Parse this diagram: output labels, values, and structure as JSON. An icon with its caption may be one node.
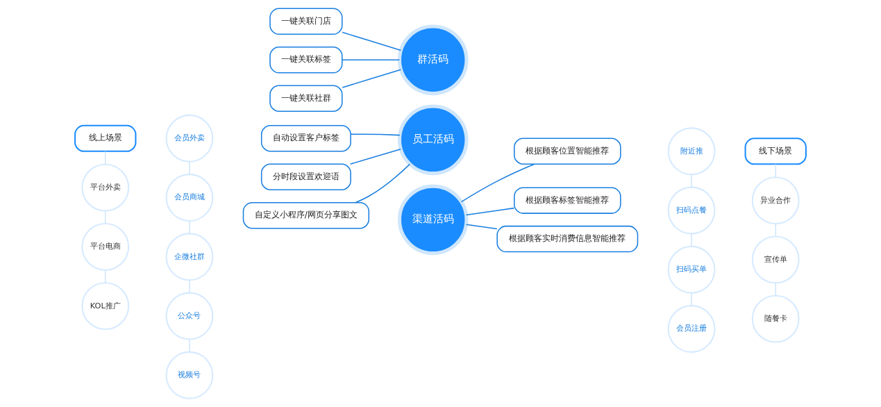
{
  "diagram": {
    "nodes": [
      {
        "text": [
          "线上场景"
        ]
      },
      {
        "text": [
          "线下场景"
        ]
      },
      {
        "text": [
          "平台外卖"
        ]
      },
      {
        "text": [
          "平台电商"
        ]
      },
      {
        "text": [
          "KOL推广"
        ]
      },
      {
        "text": [
          "会员外卖"
        ]
      },
      {
        "text": [
          "会员商城"
        ]
      },
      {
        "text": [
          "企微社群"
        ]
      },
      {
        "text": [
          "公众号"
        ]
      },
      {
        "text": [
          "视频号"
        ]
      },
      {
        "text": [
          "自动设置客户标签"
        ]
      },
      {
        "text": [
          "分时段设置欢迎语"
        ]
      },
      {
        "text": [
          "自定义小程序/网页分享图文"
        ]
      },
      {
        "text": [
          "员工活码"
        ]
      },
      {
        "text": [
          "渠道活码"
        ]
      },
      {
        "text": [
          "根据顾客位置智能推荐"
        ]
      },
      {
        "text": [
          "根据顾客标签智能推荐"
        ]
      },
      {
        "text": [
          "根据顾客实时消费信息智能推荐"
        ]
      },
      {
        "text": [
          "一键关联门店"
        ]
      },
      {
        "text": [
          "一键关联标签"
        ]
      },
      {
        "text": [
          "一键关联社群"
        ]
      },
      {
        "text": [
          "群活码"
        ]
      },
      {
        "text": [
          "附近推"
        ]
      },
      {
        "text": [
          "扫码点餐"
        ]
      },
      {
        "text": [
          "扫码买单"
        ]
      },
      {
        "text": [
          "会员注册"
        ]
      },
      {
        "text": [
          "异业合作"
        ]
      },
      {
        "text": [
          "宣传单"
        ]
      },
      {
        "text": [
          "随餐卡"
        ]
      }
    ],
    "edges": [
      {
        "from": 10,
        "to": 13,
        "arrow": "none",
        "color": "#1a7fe0"
      },
      {
        "from": 11,
        "to": 13,
        "arrow": "none",
        "color": "#1a7fe0"
      },
      {
        "from": 12,
        "to": 13,
        "arrow": "none",
        "color": "#1a7fe0"
      },
      {
        "from": 14,
        "to": 15,
        "arrow": "none",
        "color": "#1a7fe0"
      },
      {
        "from": 14,
        "to": 16,
        "arrow": "none",
        "color": "#1a7fe0"
      },
      {
        "from": 14,
        "to": 17,
        "arrow": "none",
        "color": "#1a7fe0"
      },
      {
        "from": 18,
        "to": 21,
        "arrow": "none",
        "color": "#1a7fe0"
      },
      {
        "from": 19,
        "to": 21,
        "arrow": "none",
        "color": "#1a7fe0"
      },
      {
        "from": 20,
        "to": 21,
        "arrow": "none",
        "color": "#1a7fe0"
      },
      {
        "from": 0,
        "to": 2,
        "arrow": "none"
      },
      {
        "from": 2,
        "to": 3,
        "arrow": "none"
      },
      {
        "from": 3,
        "to": 4,
        "arrow": "none"
      },
      {
        "from": 5,
        "to": 6,
        "arrow": "none"
      },
      {
        "from": 6,
        "to": 7,
        "arrow": "none"
      },
      {
        "from": 7,
        "to": 8,
        "arrow": "none"
      },
      {
        "from": 8,
        "to": 9,
        "arrow": "none"
      },
      {
        "from": 1,
        "to": 26,
        "arrow": "none"
      },
      {
        "from": 26,
        "to": 27,
        "arrow": "none"
      },
      {
        "from": 27,
        "to": 28,
        "arrow": "none"
      },
      {
        "from": 22,
        "to": 23,
        "arrow": "none"
      },
      {
        "from": 23,
        "to": 24,
        "arrow": "none"
      },
      {
        "from": 24,
        "to": 25,
        "arrow": "none"
      }
    ]
  }
}
